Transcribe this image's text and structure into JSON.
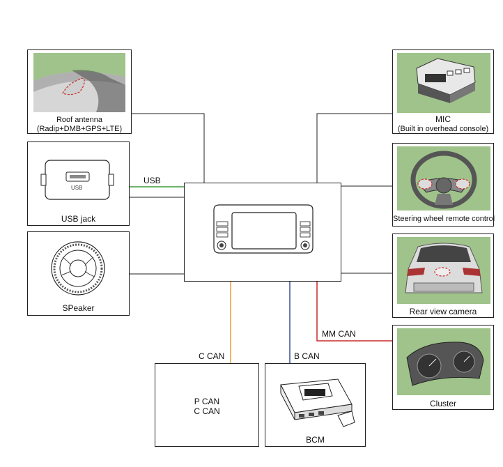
{
  "components": {
    "roof_antenna": {
      "line1": "Roof antenna",
      "line2": "(Radip+DMB+GPS+LTE)"
    },
    "usb_jack": {
      "label": "USB jack",
      "icon_text": "USB"
    },
    "speaker": {
      "label": "SPeaker"
    },
    "mic": {
      "line1": "MIC",
      "line2": "(Built in overhead console)"
    },
    "steering": {
      "label": "Steering wheel remote control"
    },
    "rear_camera": {
      "label": "Rear view camera"
    },
    "cluster": {
      "label": "Cluster"
    },
    "pcan_box": {
      "line1": "P CAN",
      "line2": "C CAN"
    },
    "bcm": {
      "label": "BCM"
    }
  },
  "connections": {
    "usb": "USB",
    "c_can": "C CAN",
    "b_can": "B CAN",
    "mm_can": "MM CAN"
  },
  "colors": {
    "usb_wire": "#3a9a3a",
    "c_can_wire": "#e8a030",
    "b_can_wire": "#3b4f8f",
    "mm_can_wire": "#cc2a2a",
    "photo_bg": "#9fc38a"
  }
}
